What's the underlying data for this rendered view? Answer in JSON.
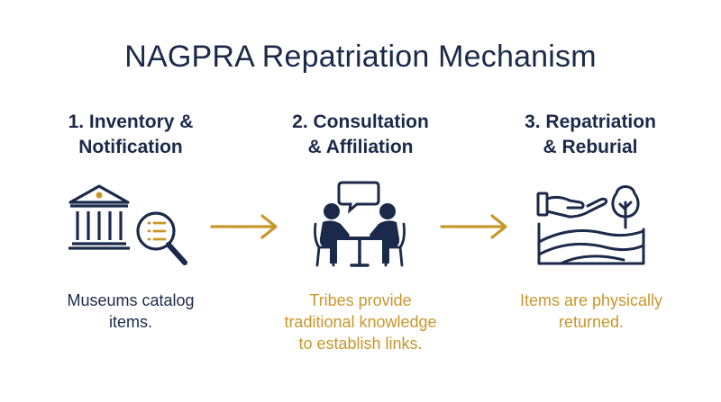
{
  "title": "NAGPRA Repatriation Mechanism",
  "colors": {
    "navy": "#1b2a4a",
    "gold": "#c8962a"
  },
  "steps": [
    {
      "title": "1. Inventory &\nNotification",
      "icon": "museum-with-magnifier-icon",
      "desc_lines": [
        "Museums catalog",
        "items."
      ]
    },
    {
      "title": "2. Consultation\n& Affiliation",
      "icon": "two-people-meeting-icon",
      "desc_lines": [
        "Tribes provide",
        "traditional knowledge",
        "to establish links."
      ]
    },
    {
      "title": "3. Repatriation\n& Reburial",
      "icon": "hand-tree-landscape-icon",
      "desc_lines": [
        "Items are physically",
        "returned."
      ]
    }
  ],
  "arrows": [
    "right-arrow-icon",
    "right-arrow-icon"
  ]
}
